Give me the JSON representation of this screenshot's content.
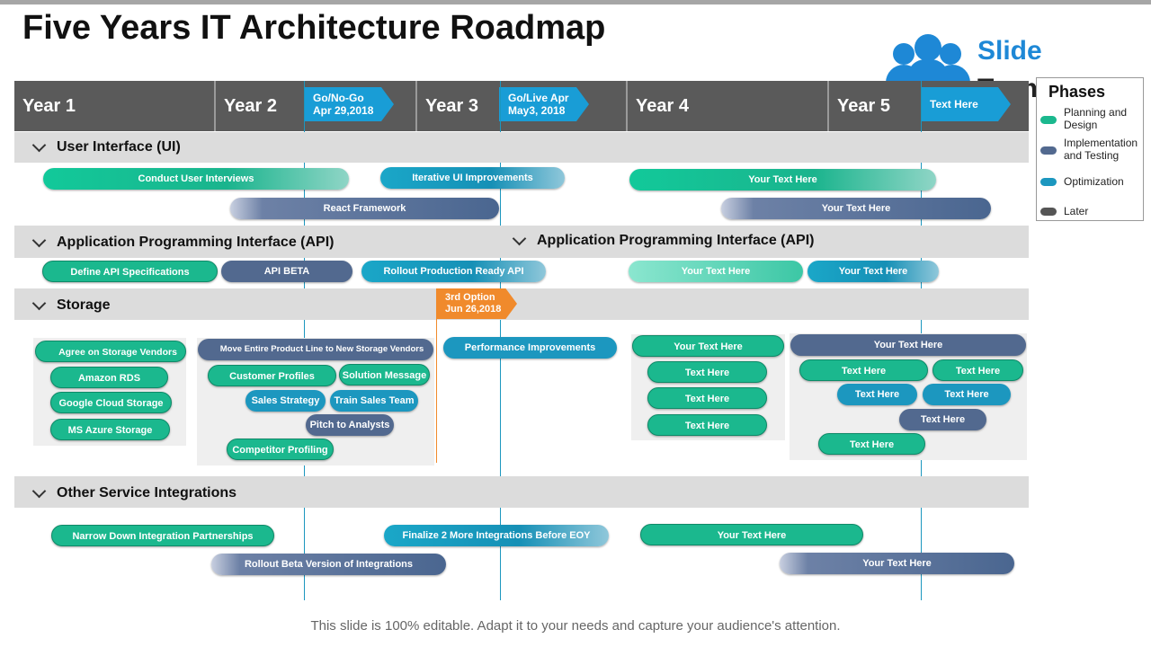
{
  "title": "Five Years IT Architecture Roadmap",
  "years": [
    "Year 1",
    "Year 2",
    "Year 3",
    "Year 4",
    "Year 5"
  ],
  "milestones": {
    "gonogo": [
      "Go/No-Go",
      "Apr 29,2018"
    ],
    "golive": [
      "Go/Live  Apr",
      "May3, 2018"
    ],
    "year5": "Text Here",
    "option3": [
      "3rd Option",
      "Jun 26,2018"
    ]
  },
  "logo": {
    "line1": "Slide",
    "line2": "Team"
  },
  "legend": {
    "title": "Phases",
    "items": [
      {
        "label": "Planning and Design",
        "color": "#1bb88e"
      },
      {
        "label": "Implementation and Testing",
        "color": "#52698f"
      },
      {
        "label": "Optimization",
        "color": "#1c97bf"
      },
      {
        "label": "Later",
        "color": "#555555"
      }
    ]
  },
  "sections": {
    "ui": {
      "label": "User Interface (UI)",
      "bars": [
        "Conduct User Interviews",
        "Iterative UI Improvements",
        "Your Text Here",
        "React Framework",
        "Your Text Here"
      ]
    },
    "api": {
      "label": "Application Programming Interface (API)",
      "label2": "Application Programming Interface (API)",
      "bars": [
        "Define API Specifications",
        "API BETA",
        "Rollout Production Ready API",
        "Your Text Here",
        "Your Text Here"
      ]
    },
    "storage": {
      "label": "Storage",
      "vendors": {
        "header": "Agree on Storage Vendors",
        "items": [
          "Amazon RDS",
          "Google Cloud Storage",
          "MS Azure Storage"
        ]
      },
      "migration": {
        "header": "Move Entire Product Line to New Storage Vendors",
        "items": [
          "Customer Profiles",
          "Solution Message",
          "Sales Strategy",
          "Train Sales Team",
          "Pitch to Analysts",
          "Competitor Profiling"
        ]
      },
      "performance": "Performance Improvements",
      "y4": {
        "header": "Your Text Here",
        "items": [
          "Text Here",
          "Text Here",
          "Text Here"
        ]
      },
      "y5": {
        "header": "Your Text Here",
        "items": [
          "Text Here",
          "Text Here",
          "Text Here",
          "Text Here",
          "Text Here",
          "Text Here"
        ]
      }
    },
    "other": {
      "label": "Other Service Integrations",
      "bars": [
        "Narrow Down Integration Partnerships",
        "Finalize 2 More Integrations Before EOY",
        "Your Text Here",
        "Rollout Beta Version of Integrations",
        "Your Text Here"
      ]
    }
  },
  "footer": "This slide is 100% editable. Adapt it to your needs and capture your audience's attention."
}
